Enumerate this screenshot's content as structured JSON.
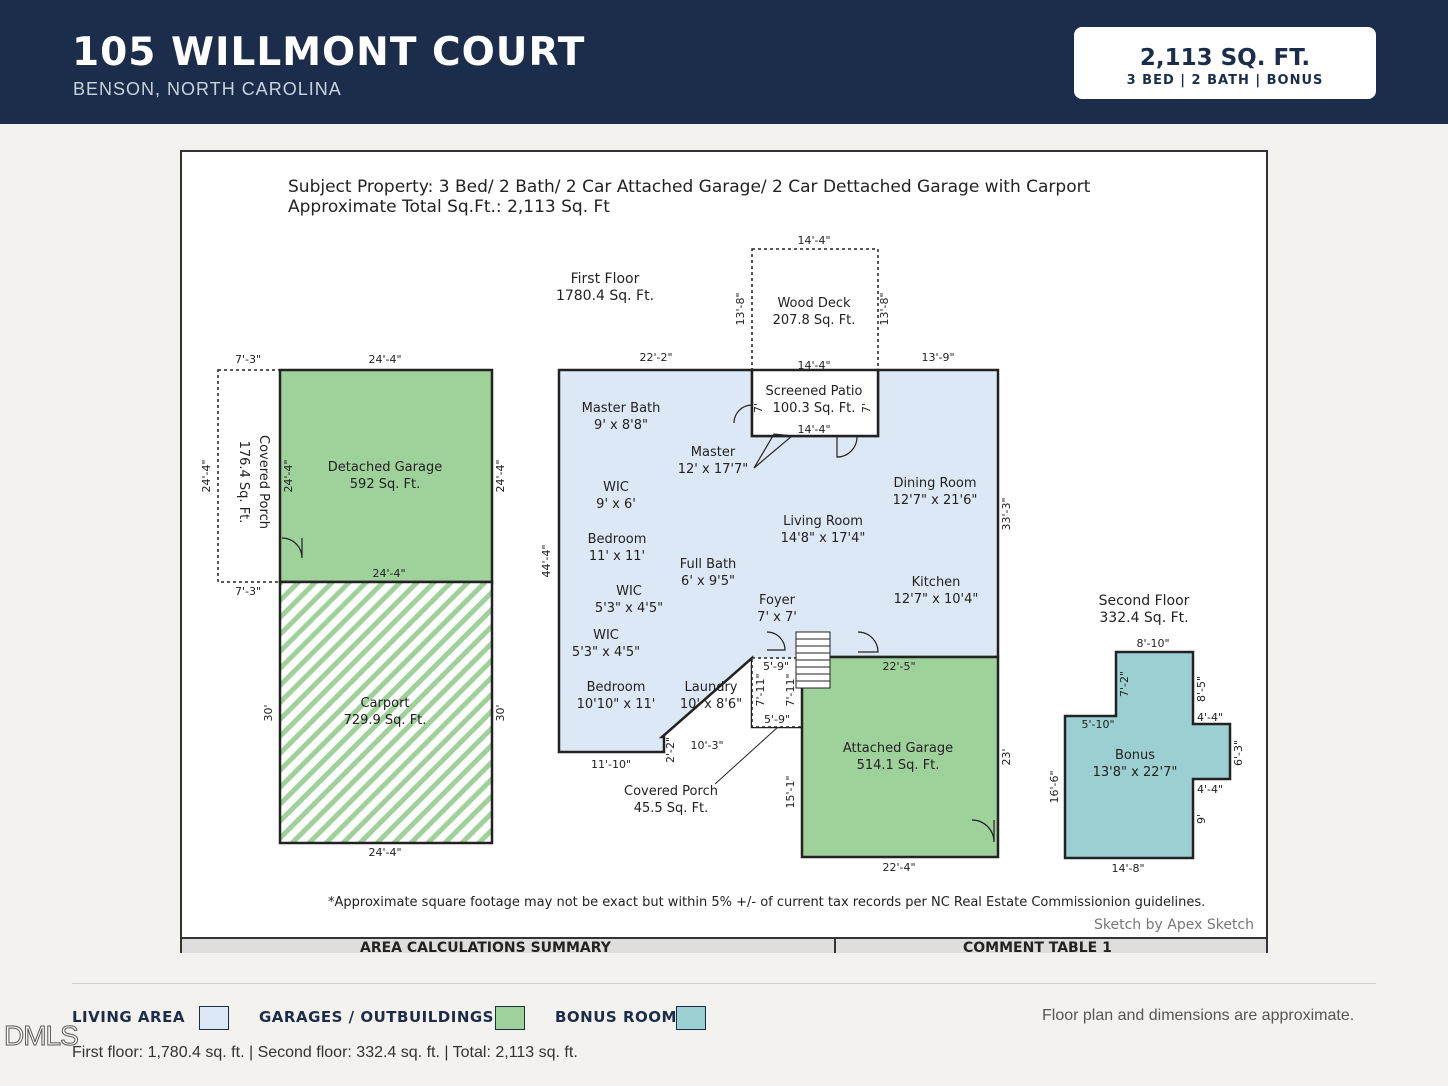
{
  "header": {
    "address": "105 WILLMONT COURT",
    "city": "BENSON, NORTH CAROLINA",
    "sqft": "2,113 SQ. FT.",
    "beds_baths": "3 BED  |  2 BATH  |  BONUS"
  },
  "sketch": {
    "subject_line1": "Subject Property: 3 Bed/ 2 Bath/ 2 Car Attached Garage/ 2 Car Dettached Garage with Carport",
    "subject_line2": "Approximate Total Sq.Ft.:  2,113 Sq. Ft",
    "first_floor_title": "First Floor",
    "first_floor_area": "1780.4 Sq. Ft.",
    "second_floor_title": "Second Floor",
    "second_floor_area": "332.4 Sq. Ft.",
    "disclaimer": "*Approximate square footage may not be exact but within 5% +/- of current tax records per NC Real Estate Commissionion guidelines.",
    "credit": "Sketch by Apex Sketch",
    "table_left": "AREA CALCULATIONS SUMMARY",
    "table_right": "COMMENT TABLE 1",
    "colors": {
      "living": "#dce8f5",
      "garage": "#9fd19a",
      "bonus": "#9ccfd1",
      "line": "#222222"
    },
    "rooms": {
      "wood_deck": [
        "Wood Deck",
        "207.8 Sq. Ft."
      ],
      "screened_patio": [
        "Screened Patio",
        "100.3 Sq. Ft."
      ],
      "master_bath": [
        "Master Bath",
        "9' x 8'8\""
      ],
      "master": [
        "Master",
        "12' x 17'7\""
      ],
      "wic1": [
        "WIC",
        "9' x 6'"
      ],
      "dining": [
        "Dining Room",
        "12'7\" x 21'6\""
      ],
      "living": [
        "Living Room",
        "14'8\" x 17'4\""
      ],
      "bedroom1": [
        "Bedroom",
        "11' x 11'"
      ],
      "full_bath": [
        "Full Bath",
        "6' x 9'5\""
      ],
      "kitchen": [
        "Kitchen",
        "12'7\" x 10'4\""
      ],
      "wic2": [
        "WIC",
        "5'3\" x 4'5\""
      ],
      "foyer": [
        "Foyer",
        "7' x 7'"
      ],
      "wic3": [
        "WIC",
        "5'3\" x 4'5\""
      ],
      "bedroom2": [
        "Bedroom",
        "10'10\" x 11'"
      ],
      "laundry": [
        "Laundry",
        "10' x 8'6\""
      ],
      "covered_porch": [
        "Covered Porch",
        "45.5 Sq. Ft."
      ],
      "attached_garage": [
        "Attached Garage",
        "514.1 Sq. Ft."
      ],
      "detached_garage": [
        "Detached Garage",
        "592 Sq. Ft."
      ],
      "carport": [
        "Carport",
        "729.9 Sq. Ft."
      ],
      "side_porch": [
        "Covered Porch",
        "176.4 Sq. Ft."
      ],
      "bonus": [
        "Bonus",
        "13'8\" x 22'7\""
      ]
    },
    "dims": {
      "deck_top": "14'-4\"",
      "deck_left": "13'-8\"",
      "deck_right": "13'-8\"",
      "deck_bottom": "14'-4\"",
      "patio_left": "7'",
      "patio_right": "7'",
      "patio_bottom": "14'-4\"",
      "house_top_left": "22'-2\"",
      "house_top_right": "13'-9\"",
      "house_left": "44'-4\"",
      "house_right": "33'-3\"",
      "house_bottom_left": "11'-10\"",
      "step_v": "2'-2\"",
      "step_bottom": "10'-3\"",
      "porch_top": "5'-9\"",
      "porch_left": "7'-11\"",
      "porch_right": "7'-11\"",
      "porch_bottom": "5'-9\"",
      "ag_top": "22'-5\"",
      "ag_right": "23'",
      "ag_left": "15'-1\"",
      "ag_bottom": "22'-4\"",
      "dg_top": "24'-4\"",
      "dg_left": "24'-4\"",
      "dg_right": "24'-4\"",
      "dg_bottom": "24'-4\"",
      "sp_top": "7'-3\"",
      "sp_left": "24'-4\"",
      "sp_bottom": "7'-3\"",
      "cp_left": "30'",
      "cp_right": "30'",
      "cp_bottom": "24'-4\"",
      "b_top": "8'-10\"",
      "b_upper_left": "7'-2\"",
      "b_upper_right": "8'-5\"",
      "b_ledge_left": "5'-10\"",
      "b_ledge_right": "4'-4\"",
      "b_right": "6'-3\"",
      "b_ledge_right2": "4'-4\"",
      "b_left": "16'-6\"",
      "b_lower_right": "9'",
      "b_bottom": "14'-8\""
    }
  },
  "legend": {
    "living": "LIVING AREA",
    "garages": "GARAGES / OUTBUILDINGS",
    "bonus": "BONUS ROOM",
    "note": "Floor plan and dimensions are approximate.",
    "totals": "First floor: 1,780.4 sq. ft.  |  Second floor: 332.4 sq. ft.  |  Total: 2,113 sq. ft.",
    "swatch_living": "#dce8f5",
    "swatch_garage": "#9fd19a",
    "swatch_bonus": "#9ccfd1"
  },
  "watermark": "DMLS"
}
